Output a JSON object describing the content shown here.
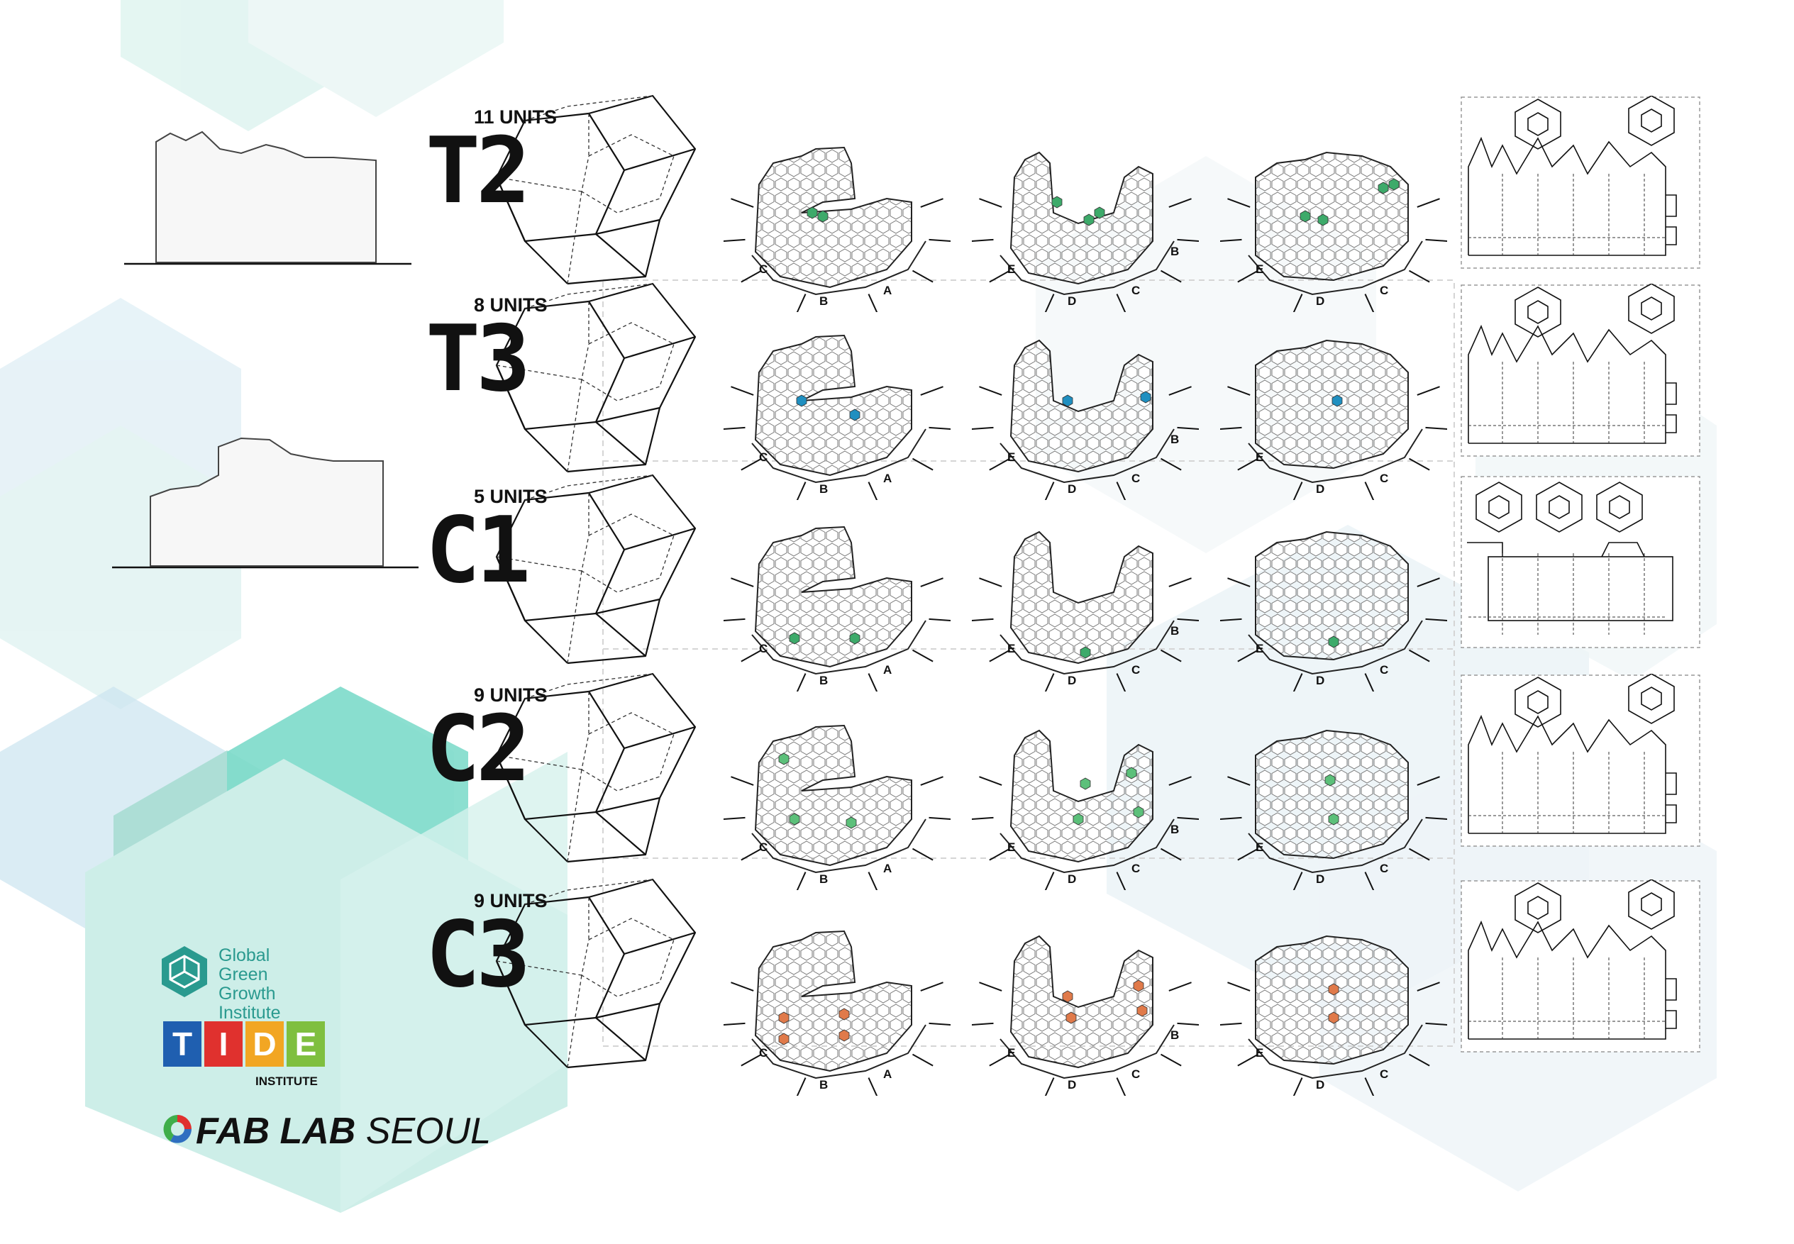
{
  "rows": [
    {
      "code": "T2",
      "units": "11 UNITS",
      "accent": "#3daa6a"
    },
    {
      "code": "T3",
      "units": "8 UNITS",
      "accent": "#1f8fc0"
    },
    {
      "code": "C1",
      "units": "5 UNITS",
      "accent": "#3daa6a"
    },
    {
      "code": "C2",
      "units": "9  UNITS",
      "accent": "#5cc07a"
    },
    {
      "code": "C3",
      "units": "9 UNITS",
      "accent": "#e07a4a"
    }
  ],
  "view_labels": {
    "view1": [
      "C",
      "B",
      "A"
    ],
    "view2": [
      "E",
      "D",
      "C",
      "B"
    ],
    "view3": [
      "E",
      "D",
      "C"
    ]
  },
  "logos": {
    "ggg": {
      "line1": "Global",
      "line2": "Green Growth",
      "line3": "Institute",
      "color": "#2a9a8f"
    },
    "tide": {
      "letters": [
        "T",
        "I",
        "D",
        "E"
      ],
      "sub": "INSTITUTE",
      "colors": [
        "#1f5fb0",
        "#e0312e",
        "#f2a623",
        "#7fbf3f"
      ]
    },
    "fablab": {
      "bold": "FAB LAB",
      "thin": " SEOUL"
    }
  },
  "colors": {
    "hex_bg": "#cfeee8",
    "hex_teal": "#7fdccb",
    "hex_pale": "#e6f2f6",
    "line": "#111111"
  }
}
